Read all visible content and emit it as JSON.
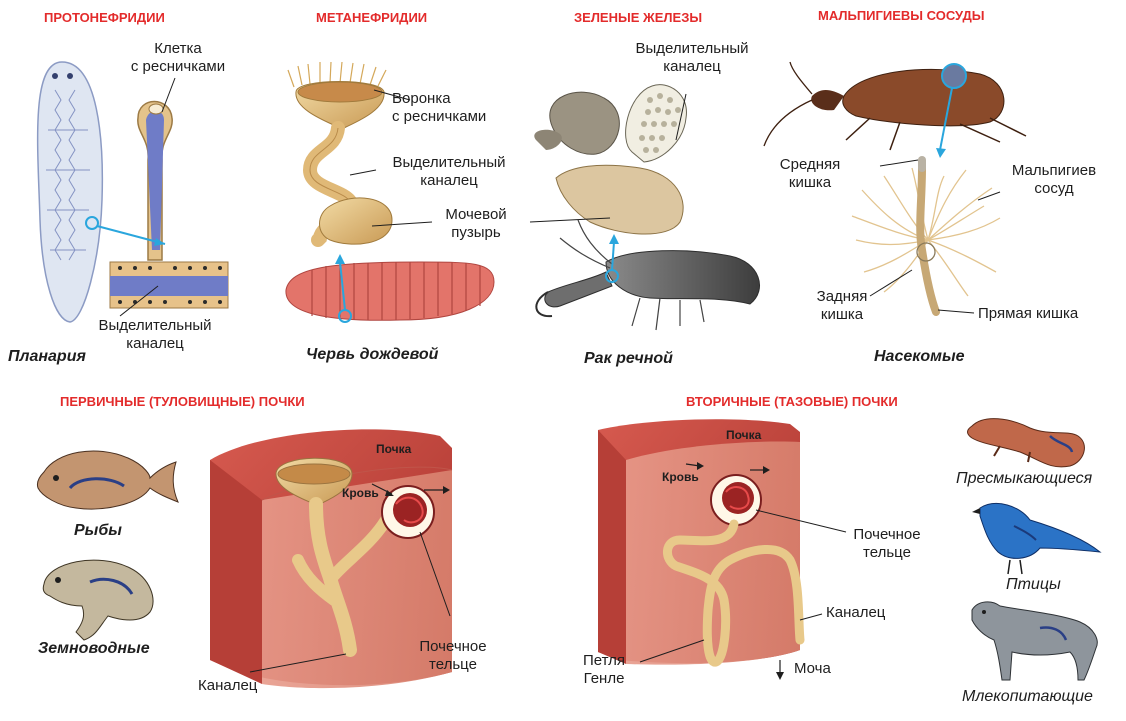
{
  "headers": {
    "protonephridia": "ПРОТОНЕФРИДИИ",
    "metanephridia": "МЕТАНЕФРИДИИ",
    "green_glands": "ЗЕЛЕНЫЕ ЖЕЛЕЗЫ",
    "malpighian": "МАЛЬПИГИЕВЫ СОСУДЫ",
    "primary_kidneys": "ПЕРВИЧНЫЕ (ТУЛОВИЩНЫЕ) ПОЧКИ",
    "secondary_kidneys": "ВТОРИЧНЫЕ (ТАЗОВЫЕ) ПОЧКИ"
  },
  "protonephridia": {
    "cell_label": "Клетка\nс ресничками",
    "duct_label": "Выделительный\nканалец",
    "organism": "Планария"
  },
  "metanephridia": {
    "funnel_label": "Воронка\nс ресничками",
    "duct_label": "Выделительный\nканалец",
    "bladder_label": "Мочевой\nпузырь",
    "organism": "Червь дождевой"
  },
  "green_glands": {
    "duct_label": "Выделительный\nканалец",
    "organism": "Рак речной"
  },
  "malpighian": {
    "midgut_label": "Средняя\nкишка",
    "vessel_label": "Мальпигиев\nсосуд",
    "hindgut_label": "Задняя\nкишка",
    "rectum_label": "Прямая кишка",
    "organism": "Насекомые"
  },
  "primary": {
    "kidney_label": "Почка",
    "blood_label": "Кровь",
    "corpuscle_label": "Почечное\nтельце",
    "duct_label": "Каналец",
    "fish": "Рыбы",
    "amphibians": "Земноводные"
  },
  "secondary": {
    "kidney_label": "Почка",
    "blood_label": "Кровь",
    "corpuscle_label": "Почечное\nтельце",
    "duct_label": "Каналец",
    "loop_label": "Петля\nГенле",
    "urine_label": "Моча",
    "reptiles": "Пресмыкающиеся",
    "birds": "Птицы",
    "mammals": "Млекопитающие"
  },
  "colors": {
    "header_red": "#e32b2b",
    "arrow_blue": "#2aa6dd",
    "tissue_red": "#c9453c",
    "tubule_tan": "#e8c98a"
  }
}
